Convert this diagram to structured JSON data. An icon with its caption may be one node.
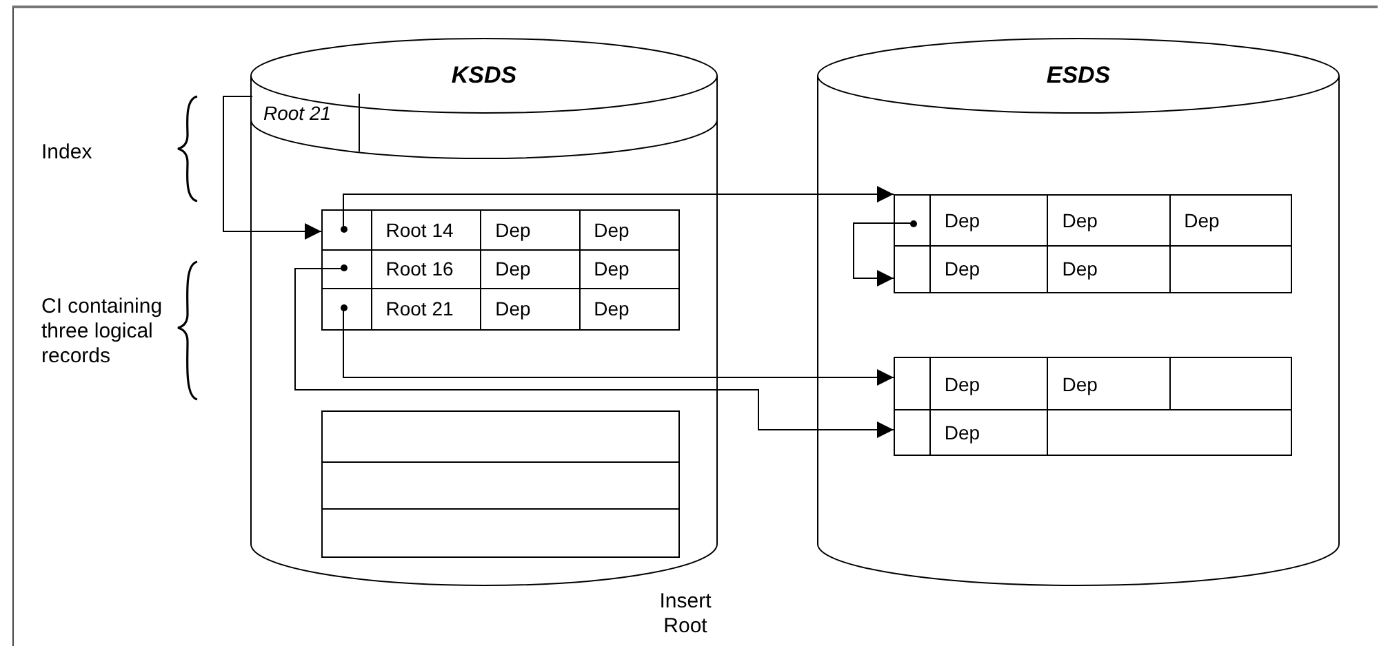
{
  "diagram": {
    "nodes": [
      {
        "text": [
          "KSDS"
        ]
      },
      {
        "text": [
          "ESDS"
        ]
      },
      {
        "text": [
          "Root 21"
        ],
        "in": 0
      },
      {
        "text": [
          "Root 14",
          "Dep",
          "Dep"
        ],
        "in": 0
      },
      {
        "text": [
          "Root 16",
          "Dep",
          "Dep"
        ],
        "in": 0
      },
      {
        "text": [
          "Root 21",
          "Dep",
          "Dep"
        ],
        "in": 0
      },
      {
        "text": [],
        "shape": "box",
        "in": 0
      },
      {
        "text": [],
        "shape": "box",
        "in": 0
      },
      {
        "text": [],
        "shape": "box",
        "in": 0
      },
      {
        "text": [
          "Dep",
          "Dep",
          "Dep"
        ],
        "in": 1
      },
      {
        "text": [
          "Dep",
          "Dep"
        ],
        "in": 1
      },
      {
        "text": [
          "Dep",
          "Dep"
        ],
        "in": 1
      },
      {
        "text": [
          "Dep"
        ],
        "in": 1
      }
    ],
    "edges": [
      {
        "from": 2,
        "to": 3,
        "arrow": "to"
      },
      {
        "from": 3,
        "to": 9,
        "arrow": "to"
      },
      {
        "from": 9,
        "to": 10,
        "arrow": "to"
      },
      {
        "from": 4,
        "to": 12,
        "arrow": "to"
      },
      {
        "from": 5,
        "to": 11,
        "arrow": "to"
      }
    ],
    "labels": [
      "Index",
      "CI containing three logical records",
      "Insert Root"
    ]
  }
}
